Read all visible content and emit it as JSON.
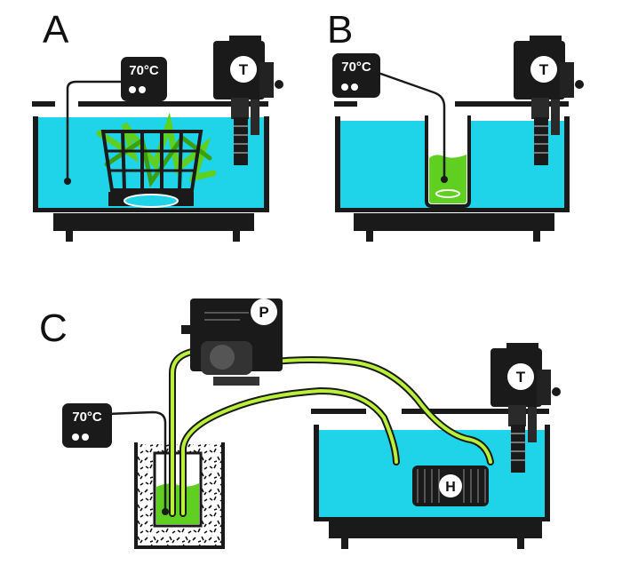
{
  "panels": {
    "a": {
      "label": "A"
    },
    "b": {
      "label": "B"
    },
    "c": {
      "label": "C"
    }
  },
  "thermometer": {
    "reading": "70°C"
  },
  "circulator": {
    "label": "T"
  },
  "pump": {
    "label": "P"
  },
  "heat_exchanger": {
    "label": "H"
  },
  "colors": {
    "water": "#1fd3e8",
    "extract_green": "#5fd020",
    "tube_green": "#b8f03a",
    "device_dark": "#1a1a1a"
  }
}
